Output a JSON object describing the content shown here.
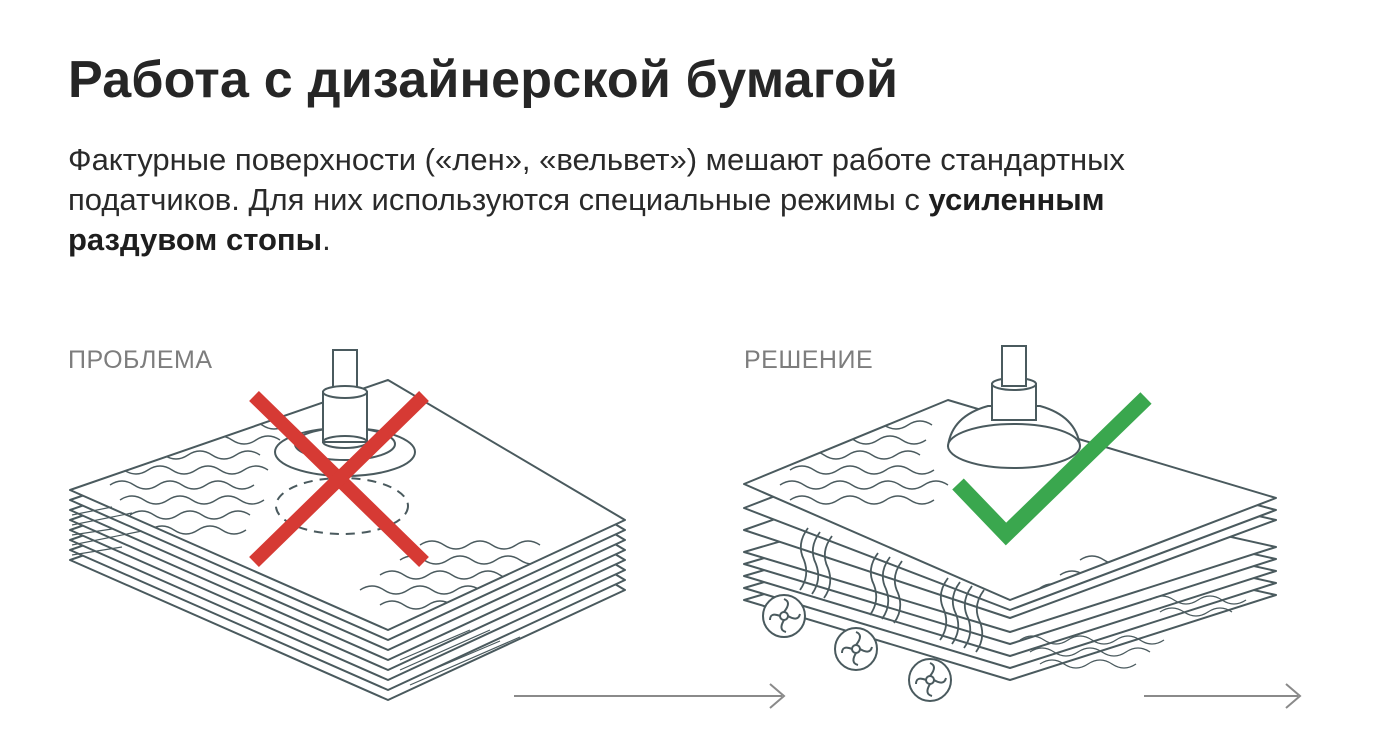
{
  "heading": "Работа с дизайнерской бумагой",
  "description": {
    "part1": "Фактурные поверхности («лен», «вельвет») мешают работе стандартных податчиков. Для них используются специальные режимы с ",
    "bold": "усиленным раздувом стопы",
    "part2": "."
  },
  "panels": {
    "problem": {
      "label": "ПРОБЛЕМА",
      "status_icon": "red-cross-icon"
    },
    "solution": {
      "label": "РЕШЕНИЕ",
      "status_icon": "green-check-icon"
    }
  },
  "colors": {
    "line": "#4a5a5e",
    "cross": "#d63a34",
    "check": "#3aa74e",
    "label": "#7d7d7d",
    "arrow": "#8a8a8a"
  }
}
